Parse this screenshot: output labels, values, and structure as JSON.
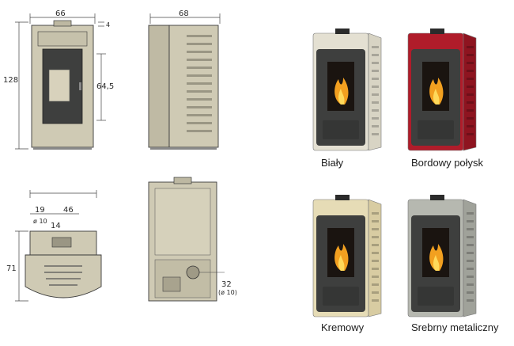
{
  "drawings": {
    "front": {
      "width": "66",
      "top_gap": "4",
      "height": "128",
      "door_height": "64,5"
    },
    "side": {
      "depth": "68"
    },
    "top": {
      "dim_a": "19",
      "dim_b": "46",
      "dim_c": "ø 10",
      "dim_d": "14",
      "depth": "71"
    },
    "rear": {
      "dim_a": "32",
      "dim_b": "(ø 10)"
    }
  },
  "variants": [
    {
      "name": "Biały",
      "body_color": "#e4e0d2",
      "side_color": "#d8d4c4"
    },
    {
      "name": "Bordowy połysk",
      "body_color": "#b01c2a",
      "side_color": "#8e1420"
    },
    {
      "name": "Kremowy",
      "body_color": "#e6dcb6",
      "side_color": "#d8cca2"
    },
    {
      "name": "Srebrny metaliczny",
      "body_color": "#b6b8b0",
      "side_color": "#a0a29a"
    }
  ],
  "colors": {
    "line": "#3a3a3a",
    "drawing_fill": "#cfcab4",
    "door": "#3e3f3e"
  }
}
